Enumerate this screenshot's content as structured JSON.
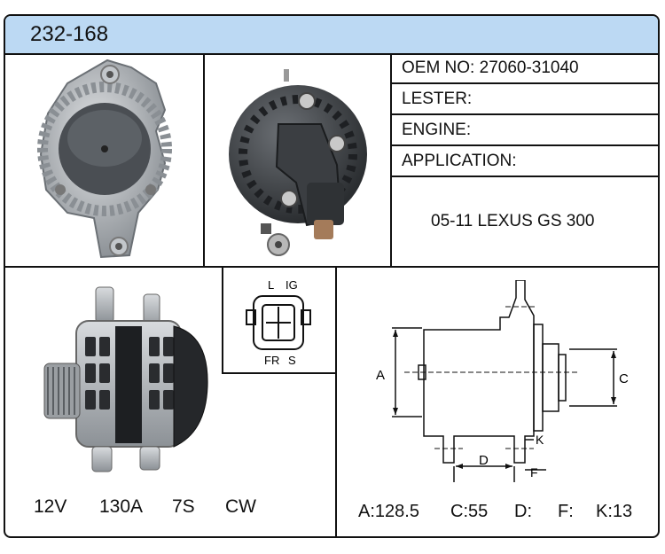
{
  "part_number": "232-168",
  "info": {
    "oem_label": "OEM NO:",
    "oem_value": "27060-31040",
    "lester_label": "LESTER:",
    "lester_value": "",
    "engine_label": "ENGINE:",
    "engine_value": "",
    "application_label": "APPLICATION:",
    "application_value": "05-11 LEXUS GS 300"
  },
  "connector": {
    "pin_l": "L",
    "pin_ig": "IG",
    "pin_fr": "FR",
    "pin_s": "S"
  },
  "specs": {
    "voltage": "12V",
    "amperage": "130A",
    "pulley": "7S",
    "rotation": "CW"
  },
  "drawing": {
    "label_a": "A",
    "label_c": "C",
    "label_d": "D",
    "label_f": "F",
    "label_k": "K"
  },
  "dimensions": {
    "a": "A:128.5",
    "c": "C:55",
    "d": "D:",
    "f": "F:",
    "k": "K:13"
  }
}
